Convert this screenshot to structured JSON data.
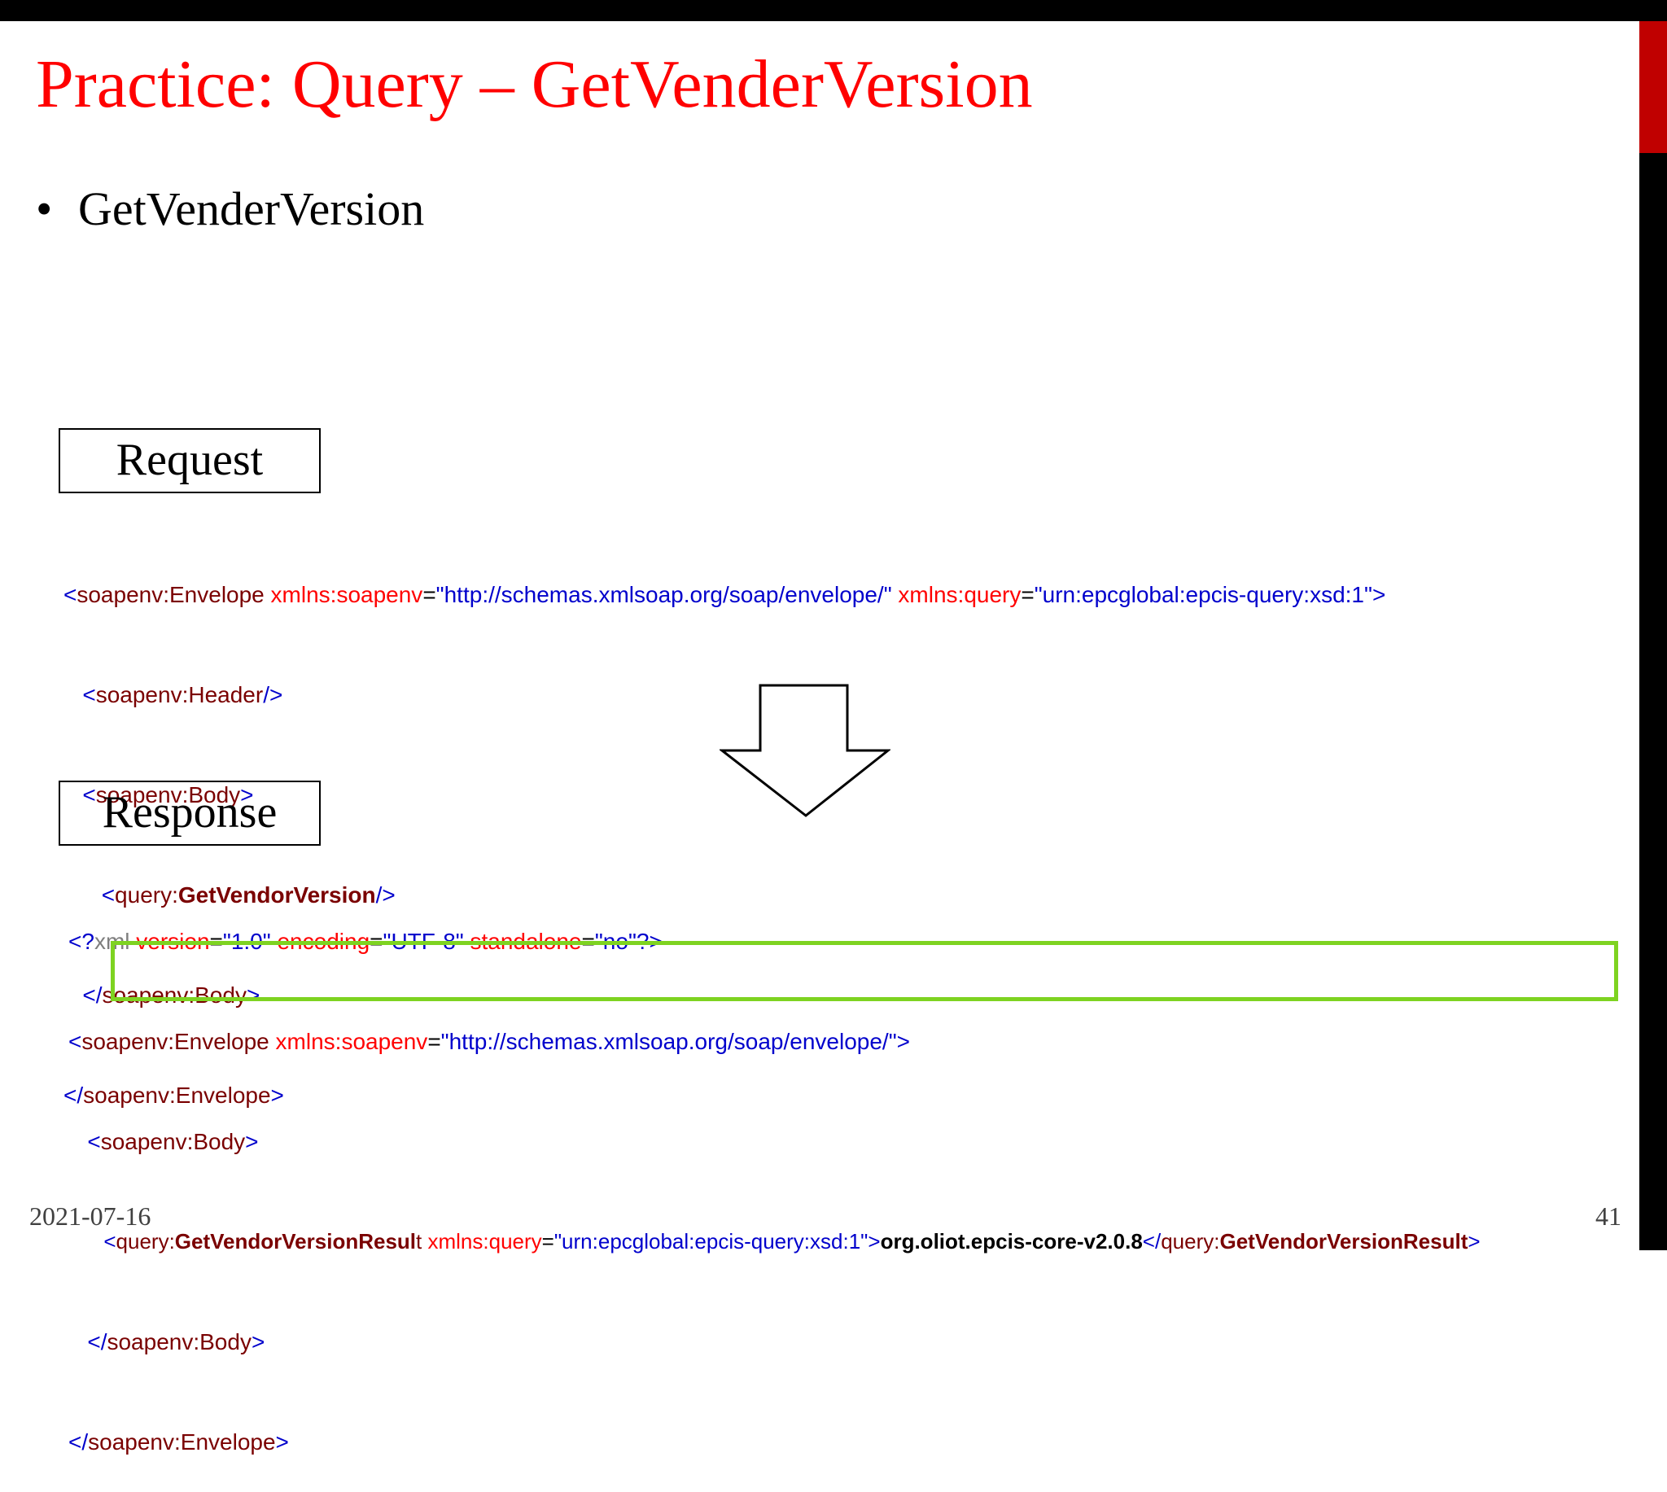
{
  "slide": {
    "title": "Practice: Query – GetVenderVersion",
    "bullet_mark": "•",
    "bullet": "GetVenderVersion",
    "request_label": "Request",
    "response_label": "Response",
    "date": "2021-07-16",
    "page_number": "41",
    "colors": {
      "title": "#ff0000",
      "side_bar": "#c00000",
      "highlight_border": "#7ed321",
      "xml_bracket": "#0000cc",
      "xml_tag": "#7a0000",
      "xml_attribute": "#ff0000"
    }
  },
  "request_code": {
    "l1": {
      "open": "<",
      "tag": "soapenv:Envelope",
      "a1": "xmlns:soapenv",
      "eq": "=",
      "v1": "\"http://schemas.xmlsoap.org/soap/envelope/\"",
      "a2": "xmlns:query",
      "v2": "\"urn:epcglobal:epcis-query:xsd:1\"",
      "close": ">"
    },
    "l2": {
      "open": "<",
      "tag": "soapenv:Header",
      "close": "/>"
    },
    "l3": {
      "open": "<",
      "tag": "soapenv:Body",
      "close": ">"
    },
    "l4": {
      "open": "<",
      "prefix": "query:",
      "name": "GetVendorVersion",
      "close": "/>"
    },
    "l5": {
      "open": "</",
      "tag": "soapenv:Body",
      "close": ">"
    },
    "l6": {
      "open": "</",
      "tag": "soapenv:Envelope",
      "close": ">"
    }
  },
  "response_code": {
    "l1": {
      "open": "<?",
      "kw": "xml",
      "a1": "version",
      "v1": "\"1.0\"",
      "a2": "encoding",
      "v2": "\"UTF-8\"",
      "a3": "standalone",
      "v3": "\"no\"",
      "close": "?>",
      "eq": "="
    },
    "l2": {
      "open": "<",
      "tag": "soapenv:Envelope",
      "a1": "xmlns:soapenv",
      "eq": "=",
      "v1": "\"http://schemas.xmlsoap.org/soap/envelope/\"",
      "close": ">"
    },
    "l3": {
      "open": "<",
      "tag": "soapenv:Body",
      "close": ">"
    },
    "l4": {
      "open": "<",
      "prefix": "query:",
      "name": "GetVendorVersionResul",
      "name_tail": "t",
      "a1": "xmlns:query",
      "eq": "=",
      "v1": "\"urn:epcglobal:epcis-query:xsd:1\"",
      "gt": ">",
      "value": "org.oliot.epcis-core-v2.0.8",
      "close_open": "</",
      "close_prefix": "query:",
      "close_name": "GetVendorVersionResult",
      "close": ">"
    },
    "l5": {
      "open": "</",
      "tag": "soapenv:Body",
      "close": ">"
    },
    "l6": {
      "open": "</",
      "tag": "soapenv:Envelope",
      "close": ">"
    }
  }
}
